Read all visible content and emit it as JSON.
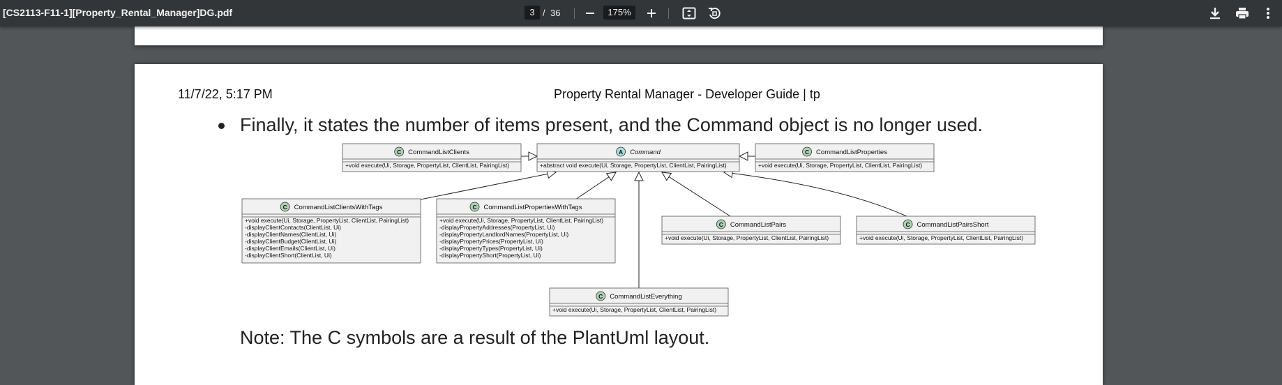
{
  "toolbar": {
    "document_title": "[CS2113-F11-1][Property_Rental_Manager]DG.pdf",
    "current_page": "3",
    "page_separator": "/",
    "total_pages": "36",
    "zoom_level": "175%",
    "icons": [
      "zoom-out-icon",
      "zoom-in-icon",
      "fit-to-page-icon",
      "rotate-icon",
      "download-icon",
      "print-icon",
      "more-vert-icon"
    ]
  },
  "page": {
    "header_date": "11/7/22, 5:17 PM",
    "header_title": "Property Rental Manager - Developer Guide | tp",
    "bullet_text": "Finally, it states the number of items present, and the Command object is no longer used.",
    "note_text": "Note: The C symbols are a result of the PlantUml layout."
  },
  "diagram": {
    "stereotype_class": "C",
    "stereotype_abstract": "A",
    "classes": [
      {
        "name": "CommandListClients",
        "members": [
          "+void execute(Ui, Storage, PropertyList, ClientList, PairingList)"
        ]
      },
      {
        "name": "Command",
        "members": [
          "+abstract void execute(Ui, Storage, PropertyList, ClientList, PairingList)"
        ]
      },
      {
        "name": "CommandListProperties",
        "members": [
          "+void execute(Ui, Storage, PropertyList, ClientList, PairingList)"
        ]
      },
      {
        "name": "CommandListClientsWithTags",
        "members": [
          "+void execute(Ui, Storage, PropertyList, ClientList, PairingList)",
          "-displayClientContacts(ClientList, Ui)",
          "-displayClientNames(ClientList, Ui)",
          "-displayClientBudget(ClientList, Ui)",
          "-displayClientEmails(ClientList, Ui)",
          "-displayClientShort(ClientList, Ui)"
        ]
      },
      {
        "name": "CommandListPropertiesWithTags",
        "members": [
          "+void execute(Ui, Storage, PropertyList, ClientList, PairingList)",
          "-displayPropertyAddresses(PropertyList, Ui)",
          "-displayPropertyLandlordNames(PropertyList, Ui)",
          "-displayPropertyPrices(PropertyList, Ui)",
          "-displayPropertyTypes(PropertyList, Ui)",
          "-displayPropertyShort(PropertyList, Ui)"
        ]
      },
      {
        "name": "CommandListPairs",
        "members": [
          "+void execute(Ui, Storage, PropertyList, ClientList, PairingList)"
        ]
      },
      {
        "name": "CommandListPairsShort",
        "members": [
          "+void execute(Ui, Storage, PropertyList, ClientList, PairingList)"
        ]
      },
      {
        "name": "CommandListEverything",
        "members": [
          "+void execute(Ui, Storage, PropertyList, ClientList, PairingList)"
        ]
      }
    ]
  },
  "colors": {
    "toolbar_bg": "#323639",
    "viewer_bg": "#525659",
    "class_fill": "#f1f1f1",
    "class_icon": "#add1b2",
    "abstract_icon": "#a9dcdf"
  }
}
